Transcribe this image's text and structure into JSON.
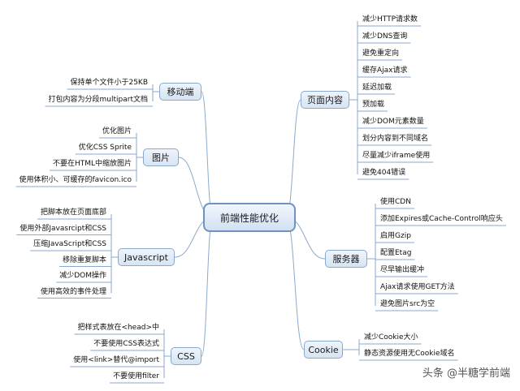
{
  "center": "前端性能优化",
  "branches": [
    {
      "id": "mobile",
      "label": "移动端",
      "side": "left",
      "leaves": [
        "保持单个文件小于25KB",
        "打包内容为分段multipart文档"
      ]
    },
    {
      "id": "image",
      "label": "图片",
      "side": "left",
      "leaves": [
        "优化图片",
        "优化CSS Sprite",
        "不要在HTML中缩放图片",
        "使用体积小、可缓存的favicon.ico"
      ]
    },
    {
      "id": "javascript",
      "label": "Javascript",
      "side": "left",
      "leaves": [
        "把脚本放在页面底部",
        "使用外部Javasrcipt和CSS",
        "压缩JavaScript和CSS",
        "移除重复脚本",
        "减少DOM操作",
        "使用高效的事件处理"
      ]
    },
    {
      "id": "css",
      "label": "CSS",
      "side": "left",
      "leaves": [
        "把样式表放在<head>中",
        "不要使用CSS表达式",
        "使用<link>替代@import",
        "不要使用filter"
      ]
    },
    {
      "id": "page",
      "label": "页面内容",
      "side": "right",
      "leaves": [
        "减少HTTP请求数",
        "减少DNS查询",
        "避免重定向",
        "缓存Ajax请求",
        "延迟加载",
        "预加载",
        "减少DOM元素数量",
        "划分内容到不同域名",
        "尽量减少iframe使用",
        "避免404错误"
      ]
    },
    {
      "id": "server",
      "label": "服务器",
      "side": "right",
      "leaves": [
        "使用CDN",
        "添加Expires或Cache-Control响应头",
        "启用Gzip",
        "配置Etag",
        "尽早输出缓冲",
        "Ajax请求使用GET方法",
        "避免图片src为空"
      ]
    },
    {
      "id": "cookie",
      "label": "Cookie",
      "side": "right",
      "leaves": [
        "减少Cookie大小",
        "静态资源使用无Cookie域名"
      ]
    }
  ],
  "watermark": "头条 @半糖学前端",
  "colors": {
    "line": "#8aa9cc",
    "node_border": "#8aa9cc",
    "center_border": "#6e93bf"
  }
}
